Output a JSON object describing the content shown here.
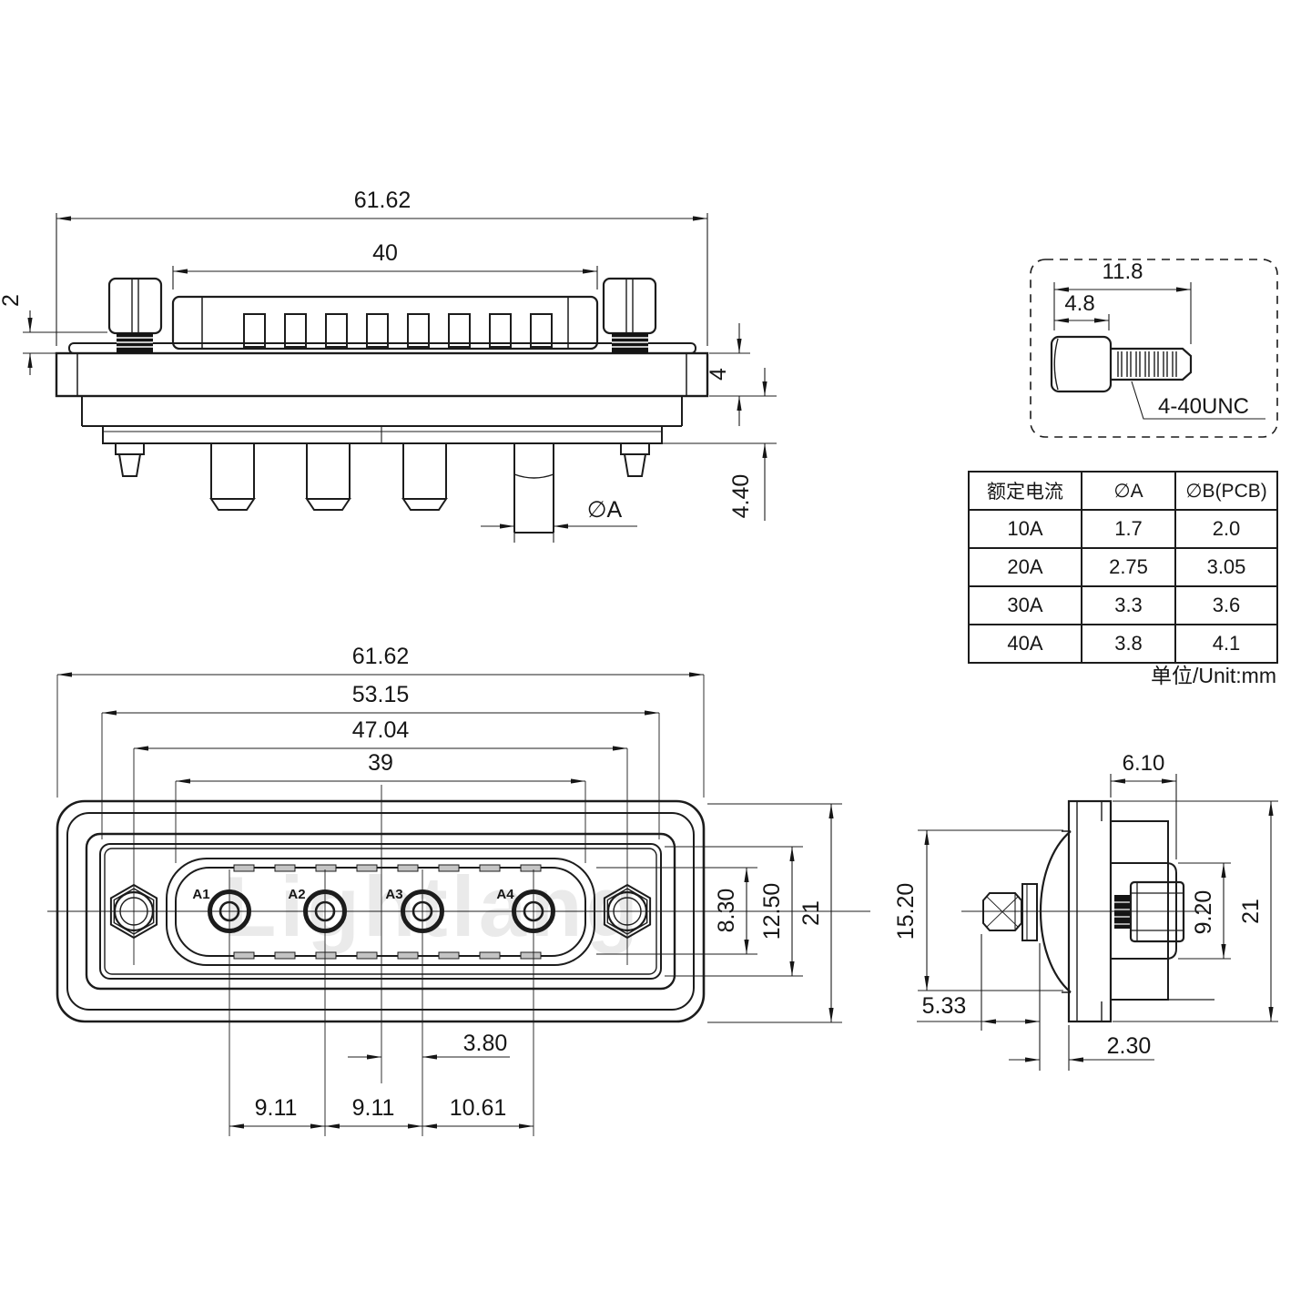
{
  "drawing": {
    "watermark": "Lightlang",
    "unit_note": "单位/Unit:mm",
    "top_view": {
      "dim_overall": "61.62",
      "dim_cap": "40",
      "dim_screw_gap": "2",
      "dim_flange_thk": "4",
      "dim_tail": "4.40",
      "dim_pin_dia": "∅A"
    },
    "screw_detail": {
      "dim_len": "11.8",
      "dim_head": "4.8",
      "thread_label": "4-40UNC"
    },
    "spec_table": {
      "headers": [
        "额定电流",
        "∅A",
        "∅B(PCB)"
      ],
      "rows": [
        [
          "10A",
          "1.7",
          "2.0"
        ],
        [
          "20A",
          "2.75",
          "3.05"
        ],
        [
          "30A",
          "3.3",
          "3.6"
        ],
        [
          "40A",
          "3.8",
          "4.1"
        ]
      ]
    },
    "front_view": {
      "dim_overall": "61.62",
      "dim_shell": "53.15",
      "dim_holes": "47.04",
      "dim_opening": "39",
      "dim_offset": "3.80",
      "dim_pitch12": "9.11",
      "dim_pitch23": "9.11",
      "dim_pitch34": "10.61",
      "dim_open_h": "8.30",
      "dim_insert_h": "12.50",
      "dim_height": "21",
      "pin_labels": [
        "A1",
        "A2",
        "A3",
        "A4"
      ]
    },
    "side_view": {
      "dim_boss": "6.10",
      "dim_dome": "15.20",
      "dim_screw_h": "9.20",
      "dim_height": "21",
      "dim_head": "5.33",
      "dim_gap": "2.30"
    }
  }
}
